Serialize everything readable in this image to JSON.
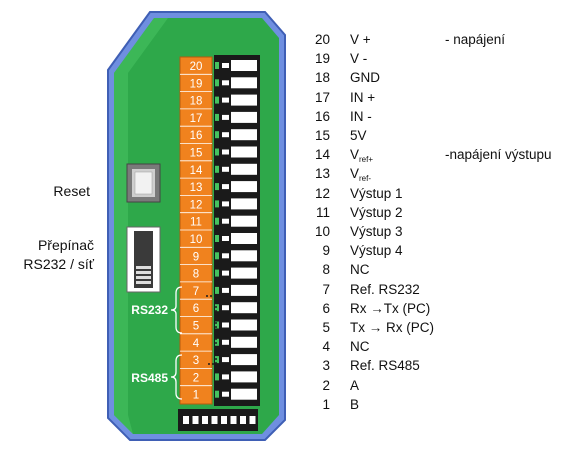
{
  "labels": {
    "reset": "Reset",
    "switch_line1": "Přepínač",
    "switch_line2": "RS232 / síť",
    "rs232": "RS232",
    "rs485": "RS485"
  },
  "pins": [
    {
      "num": "20",
      "name": "V +",
      "note": "- napájení"
    },
    {
      "num": "19",
      "name": "V -",
      "note": ""
    },
    {
      "num": "18",
      "name": "GND",
      "note": ""
    },
    {
      "num": "17",
      "name": "IN +",
      "note": ""
    },
    {
      "num": "16",
      "name": "IN -",
      "note": ""
    },
    {
      "num": "15",
      "name": "5V",
      "note": ""
    },
    {
      "num": "14",
      "name": "V",
      "sub": "ref+",
      "note": "-napájení výstupu"
    },
    {
      "num": "13",
      "name": "V",
      "sub": "ref-",
      "note": ""
    },
    {
      "num": "12",
      "name": "Výstup 1",
      "note": ""
    },
    {
      "num": "11",
      "name": "Výstup 2",
      "note": ""
    },
    {
      "num": "10",
      "name": "Výstup 3",
      "note": ""
    },
    {
      "num": "9",
      "name": "Výstup 4",
      "note": ""
    },
    {
      "num": "8",
      "name": "NC",
      "note": ""
    },
    {
      "num": "7",
      "name": "Ref. RS232",
      "note": ""
    },
    {
      "num": "6",
      "name": "Rx →Tx (PC)",
      "note": ""
    },
    {
      "num": "5",
      "name": "Tx → Rx (PC)",
      "note": ""
    },
    {
      "num": "4",
      "name": "NC",
      "note": ""
    },
    {
      "num": "3",
      "name": "Ref. RS485",
      "note": ""
    },
    {
      "num": "2",
      "name": "A",
      "note": ""
    },
    {
      "num": "1",
      "name": "B",
      "note": ""
    }
  ],
  "colors": {
    "board": "#2ea84a",
    "board_border": "#5b7fd6",
    "terminal": "#f0821e",
    "connector": "#1a1a1a"
  }
}
